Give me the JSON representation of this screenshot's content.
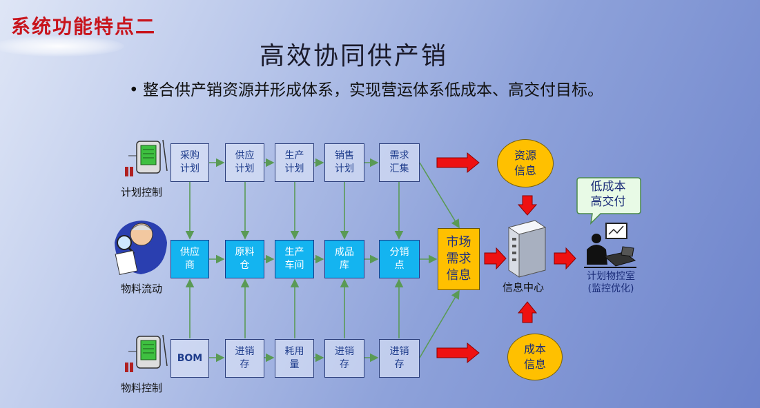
{
  "section_title": "系统功能特点二",
  "main_title": "高效协同供产销",
  "bullet": {
    "dot": "•",
    "text": "整合供产销资源并形成体系，实现营运体系低成本、高交付目标。"
  },
  "row_labels": {
    "plan": "计划控制",
    "material_flow": "物料流动",
    "material_control": "物料控制"
  },
  "row1": [
    "采购\n计划",
    "供应\n计划",
    "生产\n计划",
    "销售\n计划",
    "需求\n汇集"
  ],
  "row2": [
    "供应\n商",
    "原料\n仓",
    "生产\n车间",
    "成品\n库",
    "分销\n点"
  ],
  "row3": [
    "BOM",
    "进销\n存",
    "耗用\n量",
    "进销\n存",
    "进销\n存"
  ],
  "market_box": "市场\n需求\n信息",
  "resource_info": "资源\n信息",
  "cost_info": "成本\n信息",
  "info_center": "信息中心",
  "control_room": {
    "line1": "计划物控室",
    "line2": "(监控优化)"
  },
  "bubble": {
    "line1": "低成本",
    "line2": "高交付"
  },
  "colors": {
    "section_title": "#c8141c",
    "arrow_red": "#ee1111",
    "box_cyan": "#14b4f0",
    "box_yellow": "#ffc000",
    "connector_green": "#5a9a55"
  }
}
